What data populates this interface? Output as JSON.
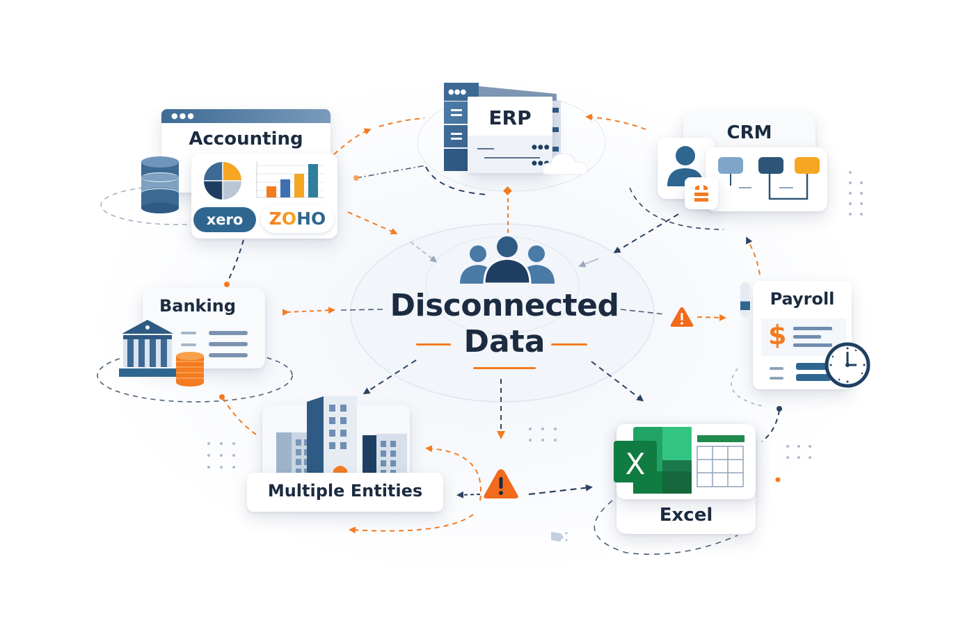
{
  "center": {
    "title_line1": "Disconnected",
    "title_line2": "Data",
    "icon": "users-group-icon"
  },
  "nodes": {
    "accounting": {
      "label": "Accounting",
      "icons": [
        "database-icon",
        "pie-chart-icon",
        "bar-chart-icon"
      ],
      "brands": [
        "xero",
        "ZOHO"
      ]
    },
    "erp": {
      "label": "ERP",
      "icons": [
        "server-rack-icon",
        "cloud-icon"
      ]
    },
    "crm": {
      "label": "CRM",
      "icons": [
        "person-icon",
        "org-chart-icon",
        "contact-card-icon"
      ]
    },
    "banking": {
      "label": "Banking",
      "icons": [
        "bank-building-icon",
        "coin-stack-icon"
      ]
    },
    "payroll": {
      "label": "Payroll",
      "icons": [
        "dollar-sign-icon",
        "clock-icon"
      ],
      "currency_symbol": "$"
    },
    "multiple_entities": {
      "label": "Multiple Entities",
      "icons": [
        "office-buildings-icon"
      ]
    },
    "excel": {
      "label": "Excel",
      "icons": [
        "excel-logo-icon",
        "spreadsheet-grid-icon"
      ],
      "logo_letter": "X"
    }
  },
  "warnings": [
    {
      "location": "payroll-link",
      "icon": "warning-triangle-icon",
      "symbol": "!"
    },
    {
      "location": "entities-excel-link",
      "icon": "warning-triangle-icon",
      "symbol": "!"
    }
  ],
  "colors": {
    "navy": "#1c2b40",
    "steel_blue": "#3d6a94",
    "light_blue": "#8fb0cf",
    "orange": "#f47b20",
    "excel_green": "#1f8a4c",
    "dash_gray": "#4a5d78"
  }
}
